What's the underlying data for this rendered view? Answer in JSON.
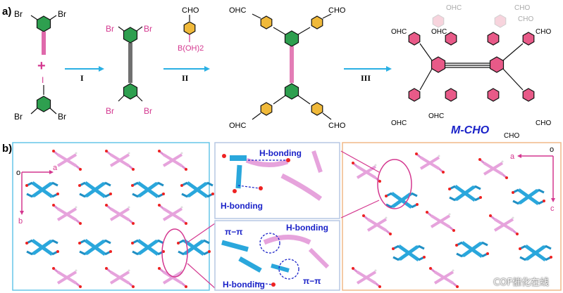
{
  "panel_a": {
    "label": "a)",
    "reagents": {
      "br": "Br",
      "iodo": "I",
      "plus": "+",
      "cho": "CHO",
      "boronic": "B(OH)2",
      "ohc": "OHC",
      "product": "M-CHO"
    },
    "steps": [
      "I",
      "II",
      "III"
    ]
  },
  "panel_b": {
    "label": "b)",
    "left_axes": {
      "origin": "o",
      "x": "a",
      "y": "b"
    },
    "right_axes": {
      "origin": "o",
      "x": "a",
      "y": "c"
    },
    "annotations": {
      "hbond1": "H-bonding",
      "hbond2": "H-bonding",
      "hbond3": "H-bonding",
      "hbond4": "H-bonding",
      "pipi1": "π−π",
      "pipi2": "π−π"
    }
  },
  "watermark": "COF催化在线",
  "colors": {
    "green": "#2e9f4f",
    "pink_ring": "#e85a88",
    "yellow_ring": "#f0b93a",
    "arrow": "#2ab0e4",
    "cyan_struct": "#2aa7dc",
    "pink_struct": "#e6a3dc",
    "label_blue": "#1a22c8",
    "magenta": "#d4378f",
    "box_left": "#66c6e8",
    "box_right": "#f0b889",
    "box_mid": "#b5c7e3"
  }
}
